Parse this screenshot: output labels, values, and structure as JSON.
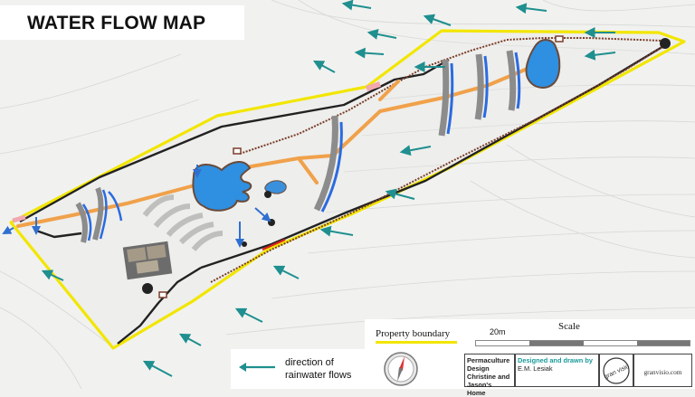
{
  "title": "WATER FLOW MAP",
  "legend": {
    "property_boundary_label": "Property boundary",
    "rainwater_label_line1": "direction of",
    "rainwater_label_line2": "rainwater flows"
  },
  "scale": {
    "title": "Scale",
    "distance_label": "20m"
  },
  "title_block": {
    "project_line1": "Permaculture Design",
    "project_line2": "Christine and Jason's",
    "project_line3": "Home",
    "designed_line1": "Designed and drawn by",
    "designed_line2": "E.M. Lesiak",
    "logo_text": "gran visio",
    "website": "granvisio.com"
  },
  "colors": {
    "property_boundary": "#f2e600",
    "path": "#222222",
    "water": "#2f7fd6",
    "flow_line": "#f0a14a",
    "arrow": "#1f8f8f",
    "swale": "#7a3e2a"
  }
}
